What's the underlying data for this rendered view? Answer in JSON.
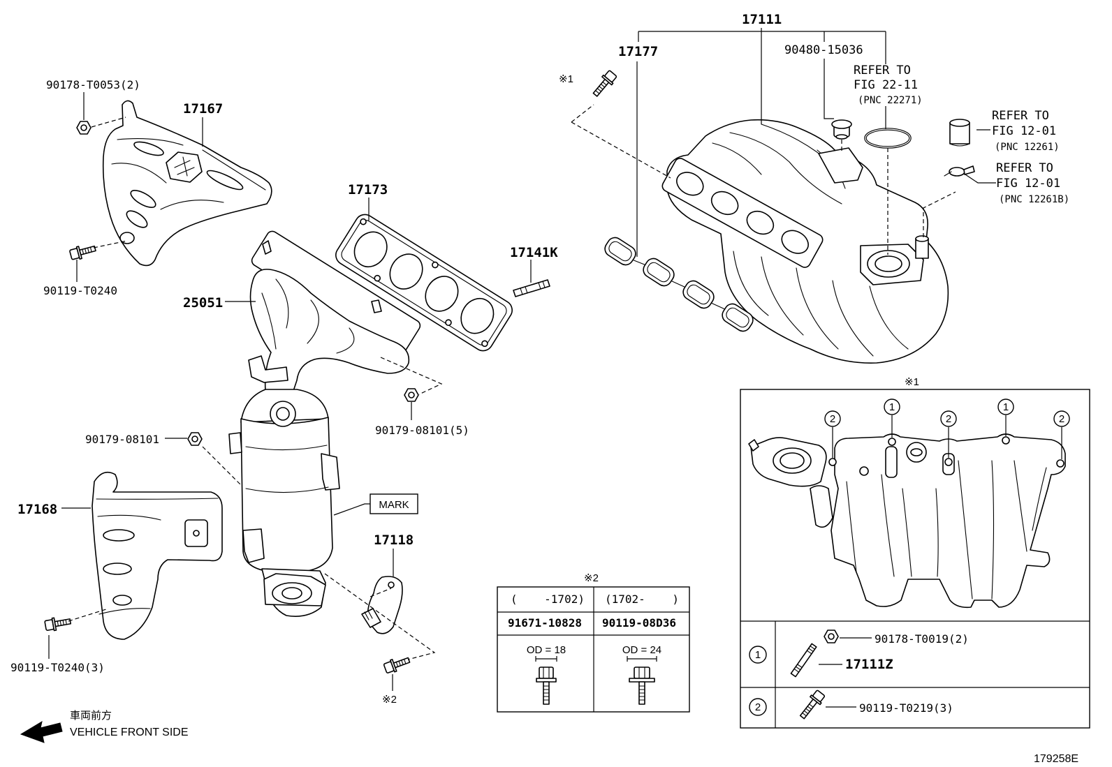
{
  "figure_code": "179258E",
  "callouts": {
    "intake_manifold": "17111",
    "intake_manifold_gasket": "17177",
    "plug": "90480-15036",
    "refer_oring": {
      "line1": "REFER TO",
      "line2": "FIG 22-11",
      "line3": "(PNC 22271)"
    },
    "refer_hose": {
      "line1": "REFER TO",
      "line2": "FIG 12-01",
      "line3": "(PNC 12261)"
    },
    "refer_vent": {
      "line1": "REFER TO",
      "line2": "FIG 12-01",
      "line3": "(PNC 12261B)"
    },
    "note1_bolt": "※1",
    "nut_insulator": "90178-T0053(2)",
    "heat_insulator_upper": "17167",
    "exhaust_manifold_gasket": "17173",
    "stud_bolt": "17141K",
    "bolt_insulator_upper": "90119-T0240",
    "exhaust_manifold": "25051",
    "nut_manifold": "90179-08101(5)",
    "nut_converter": "90179-08101",
    "heat_insulator_lower": "17168",
    "mark": "MARK",
    "bracket": "17118",
    "bolt_insulator_lower": "90119-T0240(3)",
    "note2_bolt": "※2"
  },
  "orientation": {
    "ja": "車両前方",
    "en": "VEHICLE FRONT SIDE"
  },
  "table_note2": {
    "title": "※2",
    "columns": [
      {
        "range": "(    -1702)",
        "part_no": "91671-10828",
        "od": "OD = 18"
      },
      {
        "range": "(1702-    )",
        "part_no": "90119-08D36",
        "od": "OD = 24"
      }
    ]
  },
  "inset_note1": {
    "title": "※1",
    "position_markers": [
      "2",
      "1",
      "2",
      "1",
      "2"
    ],
    "rows": [
      {
        "marker": "1",
        "nut": "90178-T0019(2)",
        "bolt": "17111Z"
      },
      {
        "marker": "2",
        "bolt": "90119-T0219(3)"
      }
    ]
  }
}
